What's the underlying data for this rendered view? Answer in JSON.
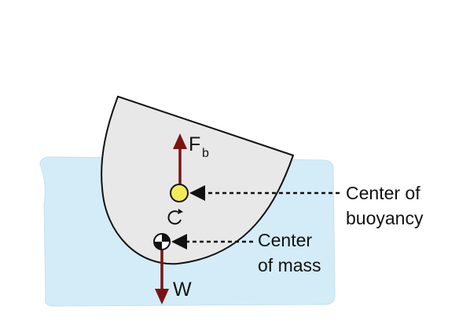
{
  "forces": {
    "buoyancy_symbol": "F",
    "buoyancy_subscript": "b",
    "weight_symbol": "W"
  },
  "labels": {
    "center_of_buoyancy_line1": "Center of",
    "center_of_buoyancy_line2": "buoyancy",
    "center_of_mass_line1": "Center",
    "center_of_mass_line2": "of mass"
  },
  "colors": {
    "water": "#d4ecf7",
    "water_edge": "#c3e2f1",
    "hull_fill": "#e8e8e8",
    "hull_stroke": "#111111",
    "force_arrow": "#7a1414",
    "buoyancy_marker": "#f3ea5a",
    "pointer": "#111111"
  },
  "icons": {
    "center_of_mass": "center-of-mass-icon",
    "rotation": "rotation-arrow-icon"
  }
}
